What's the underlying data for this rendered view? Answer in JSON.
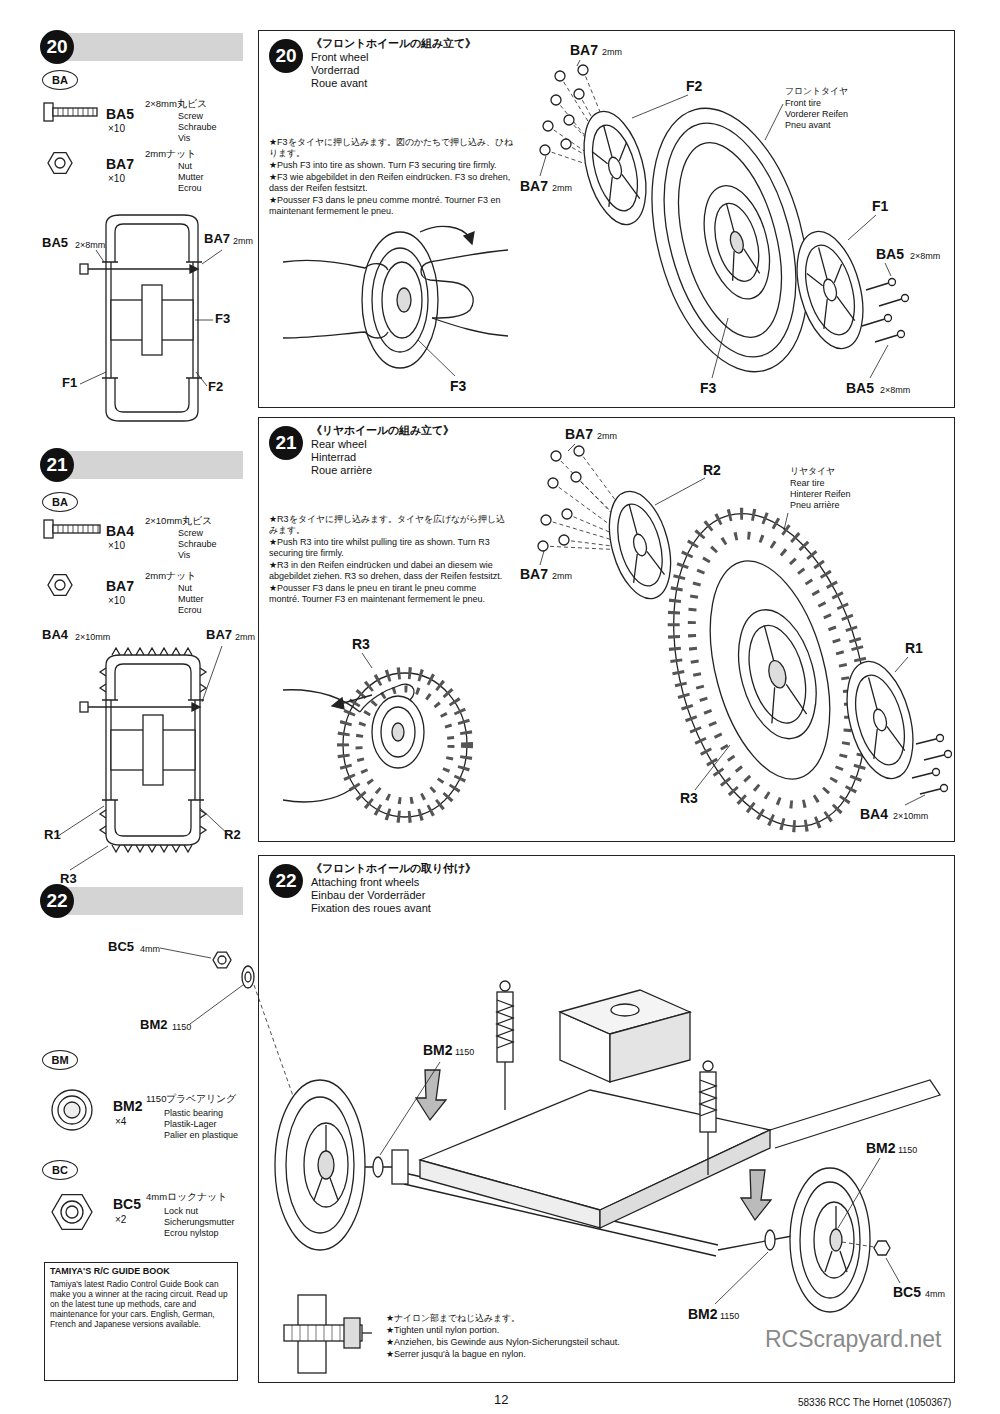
{
  "diagram": {
    "nodes": [
      {
        "text": [
          "20"
        ]
      },
      {
        "text": [
          "BA"
        ]
      },
      {
        "text": [
          "《フロントホイールの組み立て》",
          "Front wheel",
          "Vorderrad",
          "Roue avant",
          "★F3をタイヤに押し込みます。図のかたちで押し込み、ひねります。",
          "★Push F3 into tire as shown. Turn F3 securing tire firmly.",
          "★F3 wie abgebildet in den Reifen eindrücken. F3 so drehen, dass der Reifen festsitzt.",
          "★Pousser F3 dans le pneu comme montré. Tourner F3 en maintenant fermement le pneu."
        ]
      },
      {
        "text": [
          "20"
        ],
        "in": 2
      },
      {
        "text": [
          "21"
        ]
      },
      {
        "text": [
          "BA"
        ]
      },
      {
        "text": [
          "《リヤホイールの組み立て》",
          "Rear wheel",
          "Hinterrad",
          "Roue arrière",
          "★R3をタイヤに押し込みます。タイヤを広げながら押し込みます。",
          "★Push R3 into tire whilst pulling tire as shown. Turn R3 securing tire firmly.",
          "★R3 in den Reifen eindrücken und dabei an diesem wie abgebildet ziehen. R3 so drehen, dass der Reifen festsitzt.",
          "★Pousser F3 dans le pneu en tirant le pneu comme montré. Tourner F3 en maintenant fermement le pneu."
        ]
      },
      {
        "text": [
          "21"
        ],
        "in": 6
      },
      {
        "text": [
          "22"
        ]
      },
      {
        "text": [
          "BM"
        ]
      },
      {
        "text": [
          "BC"
        ]
      },
      {
        "text": [
          "《フロントホイールの取り付け》",
          "Attaching front wheels",
          "Einbau der Vorderräder",
          "Fixation des roues avant",
          "★ナイロン部までねじ込みます。",
          "★Tighten until nylon portion.",
          "★Anziehen, bis Gewinde aus Nylon-Sicherungsteil schaut.",
          "★Serrer jusqu'à la bague en nylon."
        ]
      },
      {
        "text": [
          "22"
        ],
        "in": 11
      },
      {
        "text": [
          "TAMIYA'S R/C GUIDE BOOK",
          "Tamiya's latest Radio Control Guide Book can make you a winner at the racing circuit. Read up on the latest tune up methods, care and maintenance for your cars. English, German, French and Japanese versions available."
        ]
      }
    ],
    "labels": [
      "BA5",
      "2×8mm丸ビス",
      "×10",
      "Screw",
      "Schraube",
      "Vis",
      "BA7",
      "2mmナット",
      "×10",
      "Nut",
      "Mutter",
      "Ecrou",
      "BA5",
      "2×8mm",
      "BA7",
      "2mm",
      "F3",
      "F1",
      "F2",
      "BA7",
      "2mm",
      "F2",
      "フロントタイヤ",
      "Front tire",
      "Vorderer Reifen",
      "Pneu avant",
      "BA7",
      "2mm",
      "F1",
      "BA5",
      "2×8mm",
      "F3",
      "F3",
      "BA5",
      "2×8mm",
      "BA4",
      "2×10mm丸ビス",
      "×10",
      "Screw",
      "Schraube",
      "Vis",
      "BA7",
      "2mmナット",
      "×10",
      "Nut",
      "Mutter",
      "Ecrou",
      "BA4",
      "2×10mm",
      "BA7",
      "2mm",
      "R1",
      "R2",
      "R3",
      "BA7",
      "2mm",
      "R2",
      "リヤタイヤ",
      "Rear tire",
      "Hinterer Reifen",
      "Pneu arrière",
      "BA7",
      "2mm",
      "R3",
      "R1",
      "R3",
      "BA4",
      "2×10mm",
      "BC5",
      "4mm",
      "BM2",
      "1150",
      "BM2",
      "1150プラベアリング",
      "×4",
      "Plastic bearing",
      "Plastik-Lager",
      "Palier en plastique",
      "BC5",
      "4mmロックナット",
      "×2",
      "Lock nut",
      "Sicherungsmutter",
      "Ecrou nylstop",
      "BM2",
      "1150",
      "BM2",
      "1150",
      "BM2",
      "1150",
      "BC5",
      "4mm",
      "RCScrapyard.net",
      "12",
      "58336 RCC The Hornet (1050367)"
    ]
  }
}
